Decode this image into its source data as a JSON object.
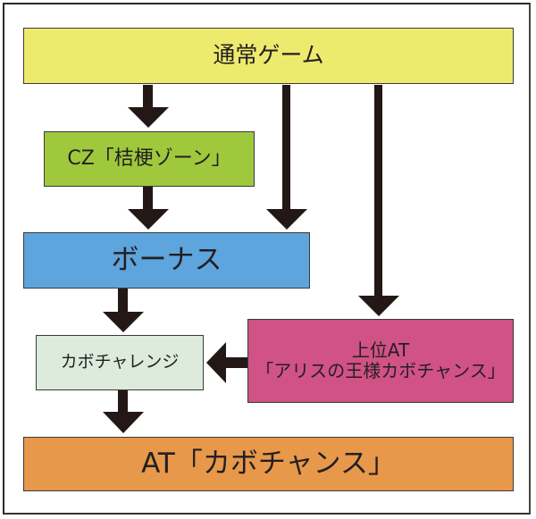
{
  "nodes": {
    "normal": {
      "label": "通常ゲーム",
      "color": "#eeea6e"
    },
    "cz": {
      "label": "CZ「桔梗ゾーン」",
      "color": "#9fc83d"
    },
    "bonus": {
      "label": "ボーナス",
      "color": "#5ea4dd"
    },
    "upper_at": {
      "line1": "上位AT",
      "line2": "「アリスの王様カボチャンス」",
      "color": "#d05286"
    },
    "challenge": {
      "label": "カボチャレンジ",
      "color": "#dcebdc"
    },
    "at": {
      "label": "AT「カボチャンス」",
      "color": "#e7984b"
    }
  },
  "edges": [
    {
      "from": "normal",
      "to": "cz"
    },
    {
      "from": "normal",
      "to": "bonus"
    },
    {
      "from": "normal",
      "to": "upper_at"
    },
    {
      "from": "cz",
      "to": "bonus"
    },
    {
      "from": "bonus",
      "to": "challenge"
    },
    {
      "from": "upper_at",
      "to": "challenge"
    },
    {
      "from": "challenge",
      "to": "at"
    }
  ],
  "arrow_color": "#231815"
}
